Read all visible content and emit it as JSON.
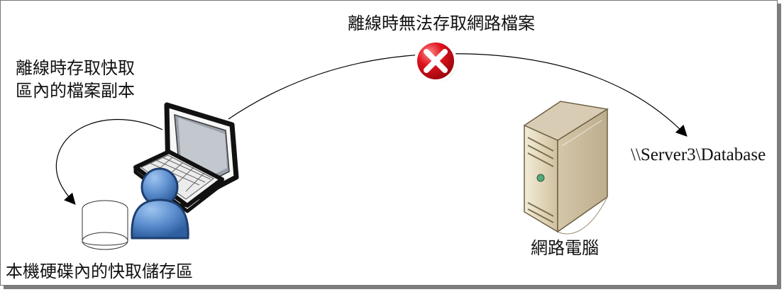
{
  "diagram": {
    "offline_error_text": "離線時無法存取網路檔案",
    "cache_access_text_line1": "離線時存取快取",
    "cache_access_text_line2": "區內的檔案副本",
    "local_cache_label": "本機硬碟內的快取儲存區",
    "network_computer_label": "網路電腦",
    "network_path": "\\\\Server3\\Database"
  },
  "icons": {
    "laptop": "laptop-icon",
    "user": "user-icon",
    "local_storage": "database-cylinder-icon",
    "server": "server-tower-icon",
    "error": "error-x-icon"
  },
  "colors": {
    "error_red": "#d7141a",
    "user_blue": "#4d78ad",
    "server_beige": "#e8dfc8",
    "frame_shadow": "#7d7d7d"
  }
}
